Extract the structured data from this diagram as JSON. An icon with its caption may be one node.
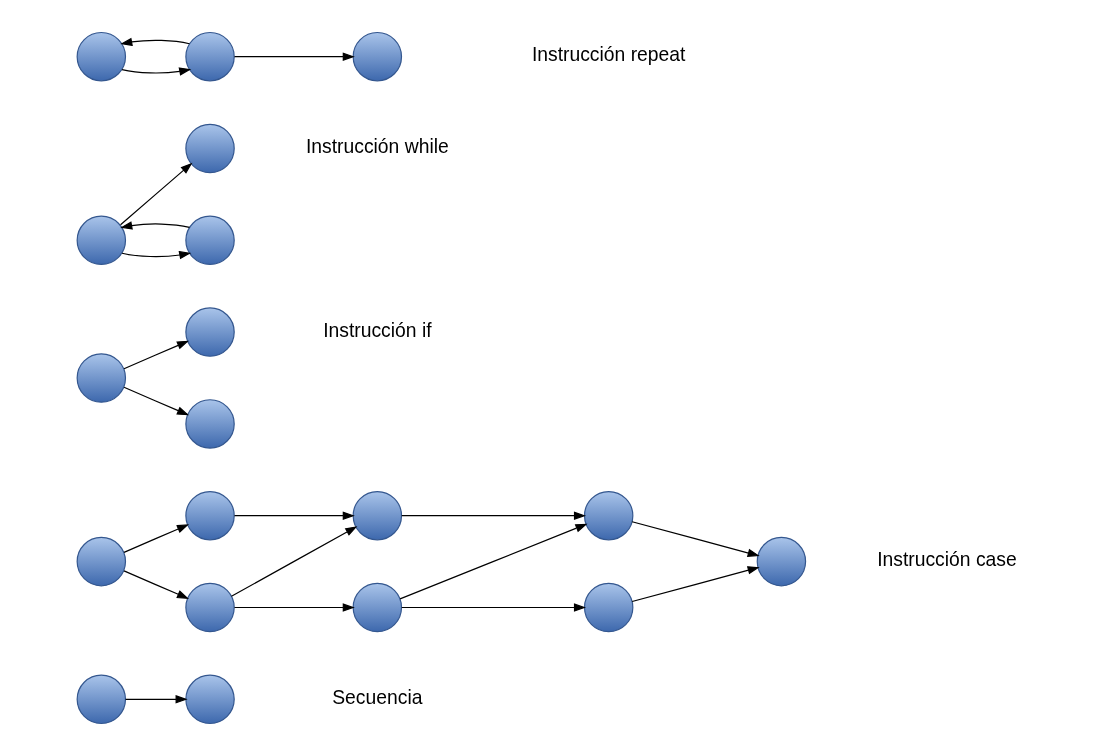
{
  "diagram": {
    "nodes": [
      {
        "text": [],
        "shape": "circle"
      },
      {
        "text": [],
        "shape": "circle"
      },
      {
        "text": [],
        "shape": "circle"
      },
      {
        "text": [],
        "shape": "circle"
      },
      {
        "text": [],
        "shape": "circle"
      },
      {
        "text": [],
        "shape": "circle"
      },
      {
        "text": [],
        "shape": "circle"
      },
      {
        "text": [],
        "shape": "circle"
      },
      {
        "text": [],
        "shape": "circle"
      },
      {
        "text": [],
        "shape": "circle"
      },
      {
        "text": [],
        "shape": "circle"
      },
      {
        "text": [],
        "shape": "circle"
      },
      {
        "text": [],
        "shape": "circle"
      },
      {
        "text": [],
        "shape": "circle"
      },
      {
        "text": [],
        "shape": "circle"
      },
      {
        "text": [],
        "shape": "circle"
      },
      {
        "text": [],
        "shape": "circle"
      },
      {
        "text": [],
        "shape": "circle"
      },
      {
        "text": [],
        "shape": "circle"
      }
    ],
    "edges": [
      {
        "from": 0,
        "to": 1,
        "arrow": "to"
      },
      {
        "from": 2,
        "to": 3,
        "arrow": "to"
      },
      {
        "from": 2,
        "to": 4,
        "arrow": "to"
      },
      {
        "from": 3,
        "to": 5,
        "arrow": "to"
      },
      {
        "from": 3,
        "to": 6,
        "arrow": "to"
      },
      {
        "from": 4,
        "to": 6,
        "arrow": "to"
      },
      {
        "from": 5,
        "to": 7,
        "arrow": "to"
      },
      {
        "from": 5,
        "to": 8,
        "arrow": "to"
      },
      {
        "from": 6,
        "to": 8,
        "arrow": "to"
      },
      {
        "from": 7,
        "to": 9,
        "arrow": "to"
      },
      {
        "from": 8,
        "to": 9,
        "arrow": "to"
      },
      {
        "from": 10,
        "to": 11,
        "arrow": "to"
      },
      {
        "from": 10,
        "to": 12,
        "arrow": "to"
      },
      {
        "from": 14,
        "to": 13,
        "arrow": "to"
      },
      {
        "from": 13,
        "to": 14,
        "arrow": "to"
      },
      {
        "from": 13,
        "to": 15,
        "arrow": "to"
      },
      {
        "from": 16,
        "to": 17,
        "arrow": "to"
      },
      {
        "from": 17,
        "to": 16,
        "arrow": "to"
      },
      {
        "from": 17,
        "to": 18,
        "arrow": "to"
      }
    ],
    "labels": [
      "Secuencia",
      "Instrucción case",
      "Instrucción if",
      "Instrucción while",
      "Instrucción repeat"
    ]
  }
}
